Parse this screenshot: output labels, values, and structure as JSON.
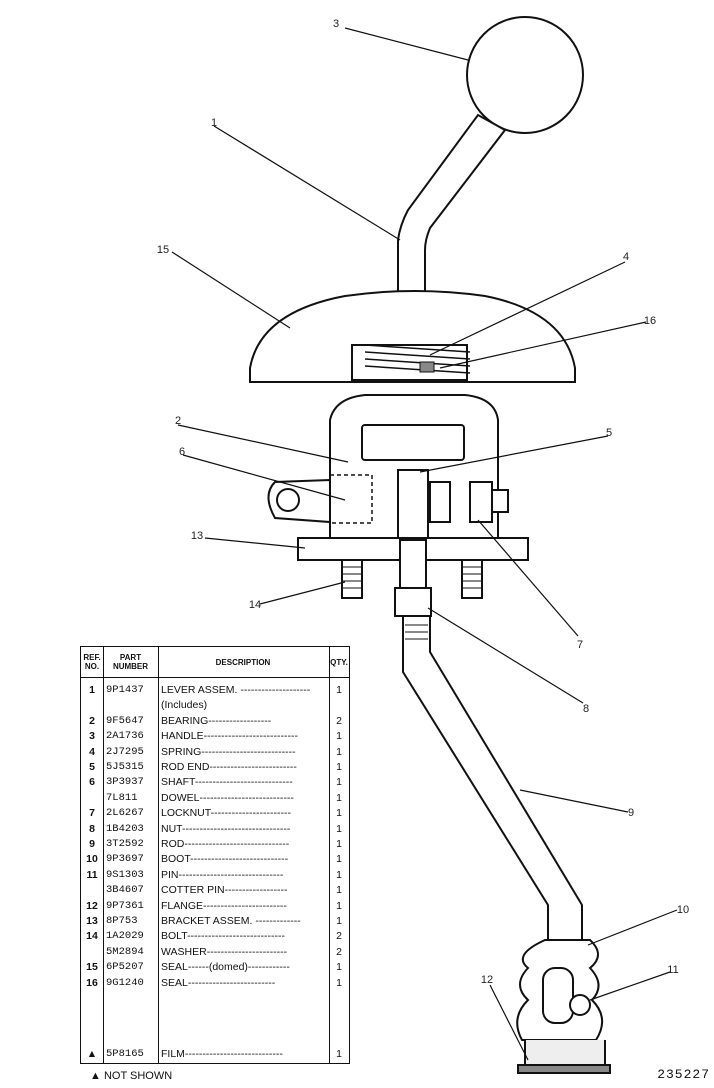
{
  "callouts": [
    {
      "label": "1"
    },
    {
      "label": "2"
    },
    {
      "label": "3"
    },
    {
      "label": "4"
    },
    {
      "label": "5"
    },
    {
      "label": "6"
    },
    {
      "label": "7"
    },
    {
      "label": "8"
    },
    {
      "label": "9"
    },
    {
      "label": "10"
    },
    {
      "label": "11"
    },
    {
      "label": "12"
    },
    {
      "label": "13"
    },
    {
      "label": "14"
    },
    {
      "label": "15"
    },
    {
      "label": "16"
    }
  ],
  "drawing_number": "235227",
  "table": {
    "headers": {
      "ref": "REF. NO.",
      "part": "PART NUMBER",
      "desc": "DESCRIPTION",
      "qty": "QTY."
    },
    "rows": [
      {
        "ref": "1",
        "part": "9P1437",
        "desc": "LEVER ASSEM. --------------------",
        "qty": "1"
      },
      {
        "ref": "",
        "part": "",
        "desc": "      (Includes)",
        "qty": ""
      },
      {
        "ref": "2",
        "part": "9F5647",
        "desc": "      BEARING------------------",
        "qty": "2"
      },
      {
        "ref": "3",
        "part": "2A1736",
        "desc": "HANDLE---------------------------",
        "qty": "1"
      },
      {
        "ref": "4",
        "part": "2J7295",
        "desc": "SPRING---------------------------",
        "qty": "1"
      },
      {
        "ref": "5",
        "part": "5J5315",
        "desc": "ROD END-------------------------",
        "qty": "1"
      },
      {
        "ref": "6",
        "part": "3P3937",
        "desc": "SHAFT----------------------------",
        "qty": "1"
      },
      {
        "ref": "",
        "part": "7L811",
        "desc": "DOWEL---------------------------",
        "qty": "1"
      },
      {
        "ref": "7",
        "part": "2L6267",
        "desc": "LOCKNUT-----------------------",
        "qty": "1"
      },
      {
        "ref": "8",
        "part": "1B4203",
        "desc": "NUT-------------------------------",
        "qty": "1"
      },
      {
        "ref": "9",
        "part": "3T2592",
        "desc": "ROD------------------------------",
        "qty": "1"
      },
      {
        "ref": "10",
        "part": "9P3697",
        "desc": "BOOT----------------------------",
        "qty": "1"
      },
      {
        "ref": "11",
        "part": "9S1303",
        "desc": "PIN------------------------------",
        "qty": "1"
      },
      {
        "ref": "",
        "part": "3B4607",
        "desc": "COTTER PIN------------------",
        "qty": "1"
      },
      {
        "ref": "12",
        "part": "9P7361",
        "desc": "FLANGE------------------------",
        "qty": "1"
      },
      {
        "ref": "13",
        "part": "8P753",
        "desc": "BRACKET ASSEM. -------------",
        "qty": "1"
      },
      {
        "ref": "14",
        "part": "1A2029",
        "desc": "BOLT----------------------------",
        "qty": "2"
      },
      {
        "ref": "",
        "part": "5M2894",
        "desc": "WASHER-----------------------",
        "qty": "2"
      },
      {
        "ref": "15",
        "part": "6P5207",
        "desc": "SEAL------(domed)------------",
        "qty": "1"
      },
      {
        "ref": "16",
        "part": "9G1240",
        "desc": " SEAL-------------------------",
        "qty": "1"
      }
    ],
    "last": {
      "ref": "▲",
      "part": "5P8165",
      "desc": "FILM----------------------------",
      "qty": "1"
    }
  },
  "note": "▲ NOT SHOWN"
}
